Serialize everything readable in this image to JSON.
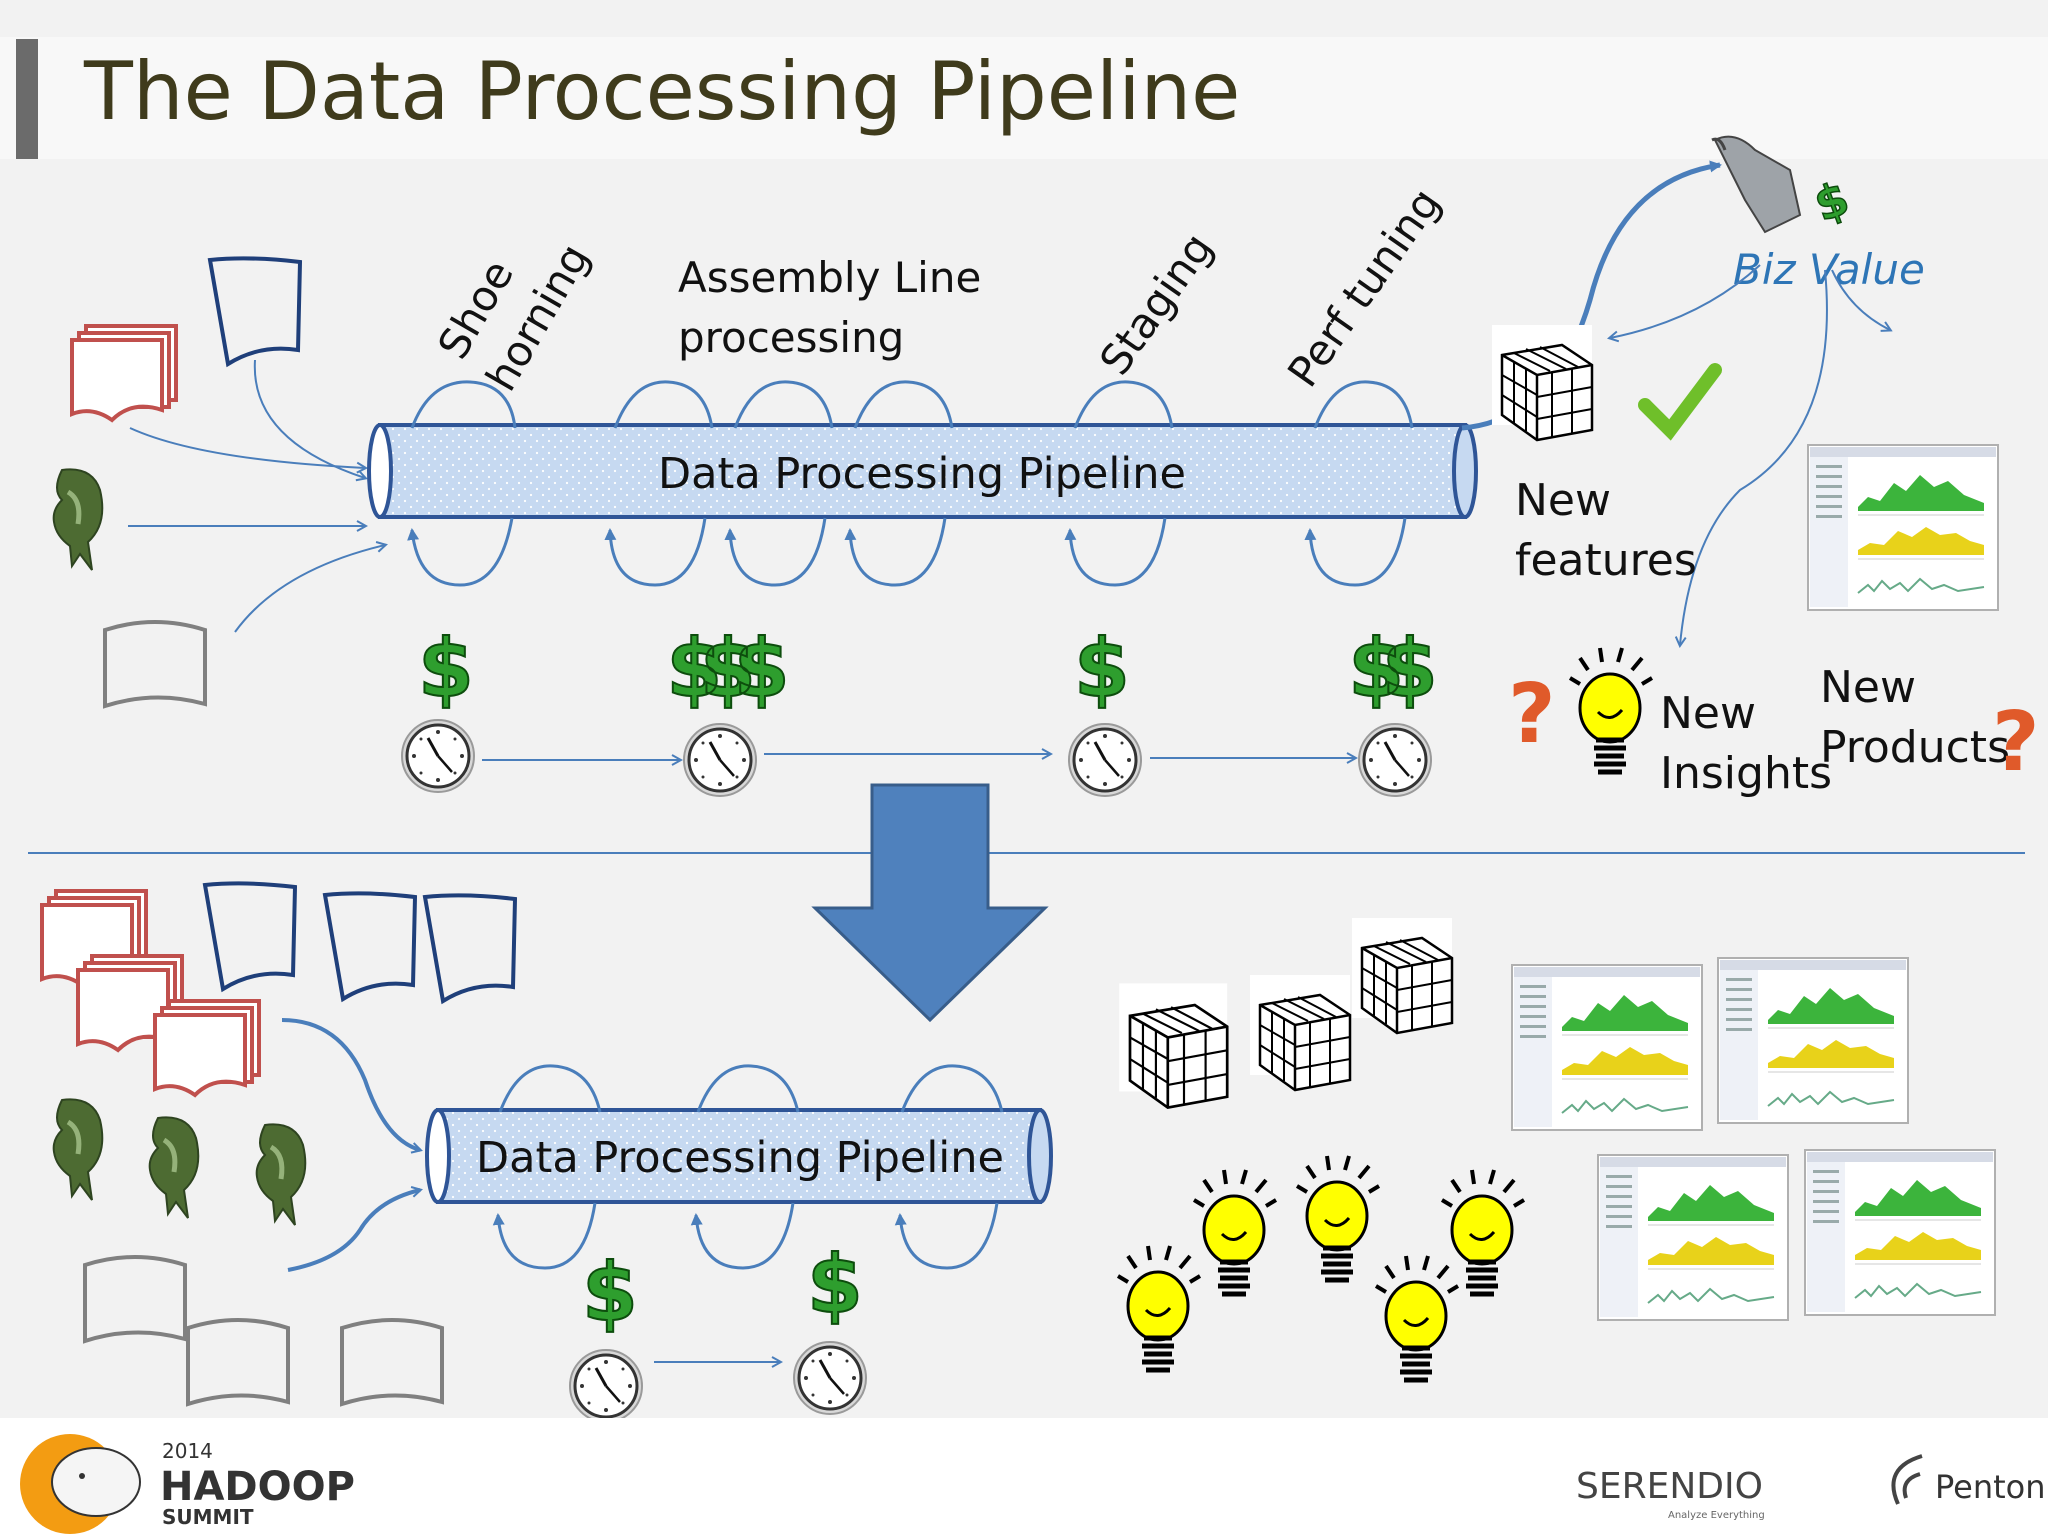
{
  "slide": {
    "title": "The Data Processing Pipeline"
  },
  "top": {
    "pipe_label": "Data Processing Pipeline",
    "stages": {
      "shoe": "Shoe",
      "horning": "horning",
      "assembly_1": "Assembly Line",
      "assembly_2": "processing",
      "staging": "Staging",
      "perf": "Perf tuning"
    },
    "costs": [
      "$",
      "$$$",
      "$",
      "$$"
    ],
    "outcomes": {
      "biz_value": "Biz Value",
      "features_1": "New",
      "features_2": "features",
      "insights_1": "New",
      "insights_2": "Insights",
      "products_1": "New",
      "products_2": "Products"
    }
  },
  "bottom": {
    "pipe_label": "Data Processing Pipeline",
    "costs": [
      "$",
      "$"
    ]
  },
  "footer": {
    "hadoop_year": "2014",
    "hadoop_name": "HADOOP",
    "hadoop_sub": "SUMMIT",
    "serendio": "SERENDIO",
    "serendio_tag": "Analyze Everything",
    "penton": "Penton"
  },
  "colors": {
    "title": "#3f3b1c",
    "pipe_fill": "#c6d9f1",
    "pipe_stroke": "#2f5597",
    "arrow_blue": "#4a7ebb",
    "dollar_green": "#2e9e2e",
    "biz_value": "#2e75b6",
    "source_red": "#c0504d",
    "source_navy": "#1f3f7a",
    "source_gray": "#808080"
  }
}
